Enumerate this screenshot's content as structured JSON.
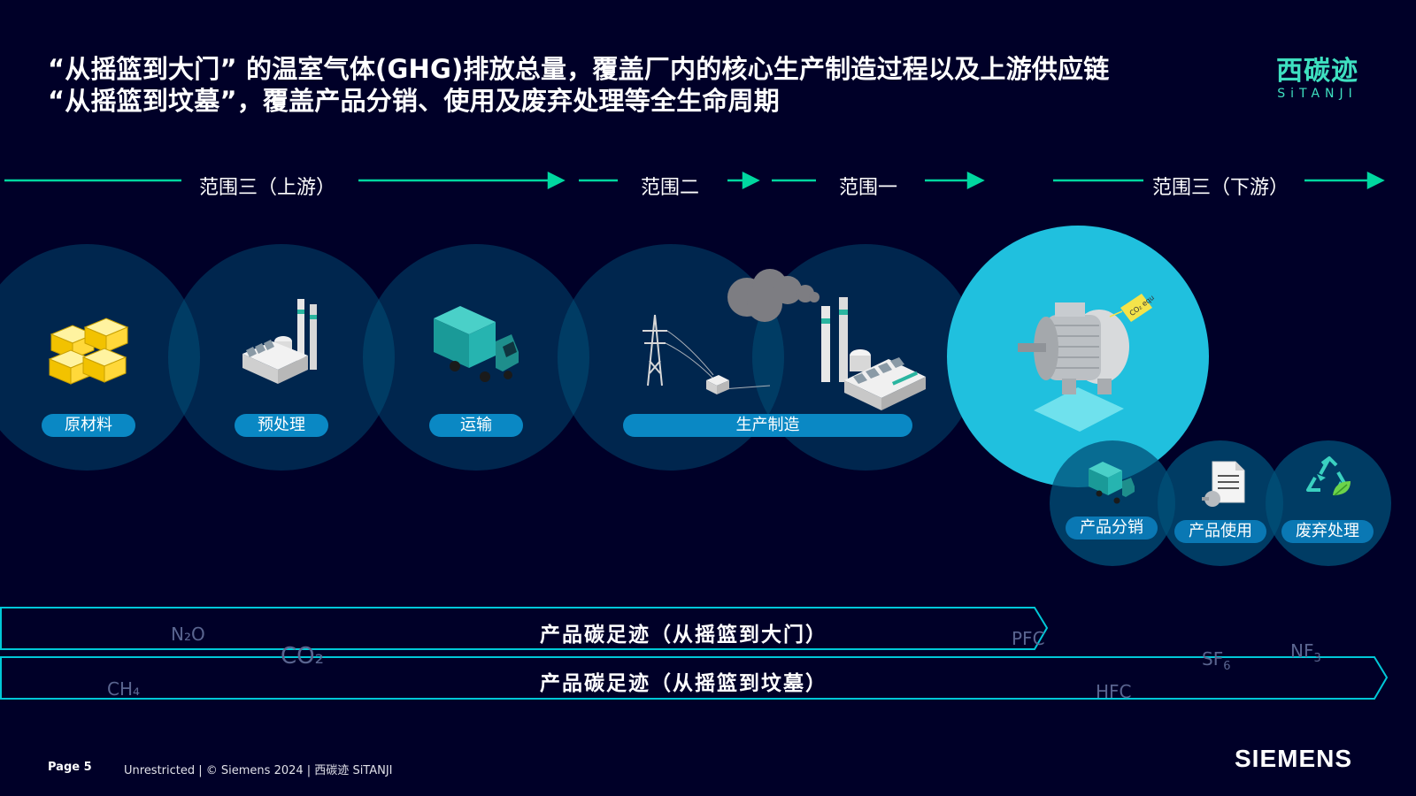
{
  "title": {
    "line1": "“从摇篮到大门” 的温室气体(GHG)排放总量，覆盖厂内的核心生产制造过程以及上游供应链",
    "line2": "“从摇篮到坟墓”，覆盖产品分销、使用及废弃处理等全生命周期"
  },
  "logo": {
    "cn": "西碳迹",
    "en": "SiTANJI"
  },
  "scopes": {
    "upstream": "范围三（上游）",
    "scope2": "范围二",
    "scope1": "范围一",
    "downstream": "范围三（下游）"
  },
  "stages": {
    "raw": "原材料",
    "pre": "预处理",
    "transport": "运输",
    "manufacturing": "生产制造",
    "distribution": "产品分销",
    "use": "产品使用",
    "disposal": "废弃处理"
  },
  "tag": "CO₂ equ",
  "bands": {
    "gate": "产品碳足迹（从摇篮到大门）",
    "grave": "产品碳足迹（从摇篮到坟墓）"
  },
  "gases": {
    "n2o": "N₂O",
    "co2": "CO₂",
    "ch4": "CH₄",
    "pfc": "PFC",
    "sf6": "SF",
    "sf6_sub": "6",
    "nf3": "NF",
    "nf3_sub": "3",
    "hfc": "HFC"
  },
  "footer": {
    "page": "Page 5",
    "text": "Unrestricted | © Siemens 2024 | 西碳迹 SiTANJI",
    "brand": "SIEMENS"
  },
  "colors": {
    "background": "#000028",
    "accent": "#00d7a0",
    "highlight": "#20c0de",
    "pill": "#0a88c4"
  }
}
